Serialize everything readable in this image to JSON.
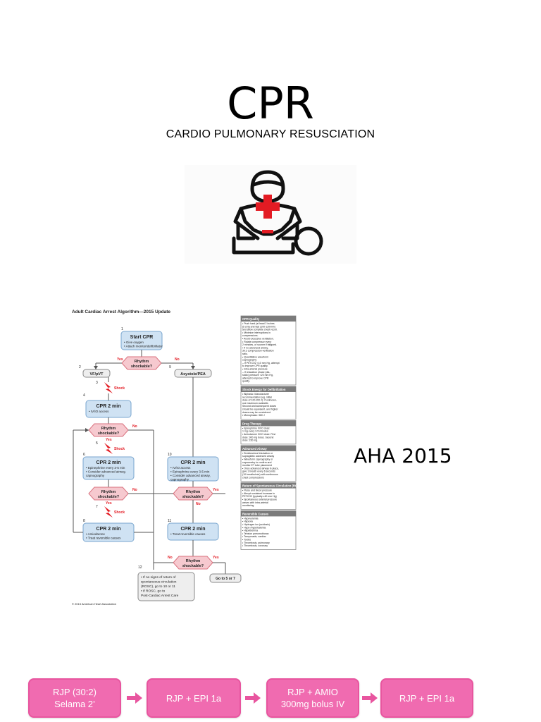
{
  "header": {
    "title": "CPR",
    "subtitle": "CARDIO PULMONARY RESUSCIATION"
  },
  "icon": {
    "name": "cpr-person-icon",
    "accent": "#e31b23"
  },
  "label_aha": "AHA 2015",
  "algorithm": {
    "title": "Adult Cardiac Arrest Algorithm—2015 Update",
    "copyright": "© 2015 American Heart Association",
    "colors": {
      "blue_box": "#cfe2f3",
      "blue_border": "#7aa6cf",
      "decision": "#f6c9cf",
      "decision_border": "#d9727f",
      "shock": "#e31b23",
      "sidebar_header": "#7b7b7b"
    },
    "nodes": {
      "start": {
        "num": "1",
        "title": "Start CPR",
        "bullets": [
          "• Give oxygen",
          "• Attach monitor/defibrillator"
        ]
      },
      "rhythm1": "Rhythm shockable?",
      "yes": "Yes",
      "no": "No",
      "vf": {
        "num": "2",
        "label": "VF/pVT"
      },
      "asys": {
        "num": "9",
        "label": "Asystole/PEA"
      },
      "shock": "Shock",
      "cpr4": {
        "num": "4",
        "title": "CPR 2 min",
        "bullets": [
          "• IV/IO access"
        ]
      },
      "cpr6": {
        "num": "6",
        "title": "CPR 2 min",
        "bullets": [
          "• Epinephrine every 3-5 min",
          "• Consider advanced airway,",
          "  capnography"
        ]
      },
      "cpr8": {
        "num": "8",
        "title": "CPR 2 min",
        "bullets": [
          "• Amiodarone",
          "• Treat reversible causes"
        ]
      },
      "cpr10": {
        "num": "10",
        "title": "CPR 2 min",
        "bullets": [
          "• IV/IO access",
          "• Epinephrine every 3-5 min",
          "• Consider advanced airway,",
          "  capnography"
        ]
      },
      "cpr11": {
        "num": "11",
        "title": "CPR 2 min",
        "bullets": [
          "• Treat reversible causes"
        ]
      },
      "end12": {
        "num": "12",
        "lines": [
          "• If no signs of return of",
          "  spontaneous circulation",
          "  (ROSC), go to 10 or 11",
          "• If ROSC, go to",
          "  Post-Cardiac Arrest Care"
        ]
      },
      "goto": "Go to 5 or 7",
      "nums": {
        "n3": "3",
        "n5": "5",
        "n7": "7"
      }
    },
    "sidebar": [
      {
        "header": "CPR Quality",
        "lines": [
          "• Push hard (at least 2 inches",
          "  [5 cm]) and fast (100-120/min)",
          "  and allow complete chest recoil.",
          "• Minimize interruptions in",
          "  compressions.",
          "• Avoid excessive ventilation.",
          "• Rotate compressor every",
          "  2 minutes, or sooner if fatigued.",
          "• If no advanced airway,",
          "  30:2 compression-ventilation",
          "  ratio.",
          "• Quantitative waveform",
          "  capnography",
          "  – If PETCO2 <10 mm Hg, attempt",
          "    to improve CPR quality.",
          "• Intra-arterial pressure",
          "  – If relaxation phase (dia-",
          "    stolic) pressure <20 mm Hg,",
          "    attempt to improve CPR",
          "    quality."
        ]
      },
      {
        "header": "Shock Energy for Defibrillation",
        "lines": [
          "• Biphasic: Manufacturer",
          "  recommendation (eg, initial",
          "  dose of 120-200 J); if unknown,",
          "  use maximum available.",
          "  Second and subsequent doses",
          "  should be equivalent, and higher",
          "  doses may be considered.",
          "• Monophasic: 360 J"
        ]
      },
      {
        "header": "Drug Therapy",
        "lines": [
          "• Epinephrine IV/IO dose:",
          "  1 mg every 3-5 minutes",
          "• Amiodarone IV/IO dose: First",
          "  dose: 300 mg bolus. Second",
          "  dose: 150 mg."
        ]
      },
      {
        "header": "Advanced Airway",
        "lines": [
          "• Endotracheal intubation or",
          "  supraglottic advanced airway",
          "• Waveform capnography or",
          "  capnometry to confirm and",
          "  monitor ET tube placement",
          "• Once advanced airway in place,",
          "  give 1 breath every 6 seconds",
          "  (10 breaths/min) with continuous",
          "  chest compressions"
        ]
      },
      {
        "header": "Return of Spontaneous Circulation (ROSC)",
        "lines": [
          "• Pulse and blood pressure",
          "• Abrupt sustained increase in",
          "  PETCO2 (typically ≥40 mm Hg)",
          "• Spontaneous arterial pressure",
          "  waves with intra-arterial",
          "  monitoring"
        ]
      },
      {
        "header": "Reversible Causes",
        "lines": [
          "• Hypovolemia",
          "• Hypoxia",
          "• Hydrogen ion (acidosis)",
          "• Hypo-/hyperkalemia",
          "• Hypothermia",
          "• Tension pneumothorax",
          "• Tamponade, cardiac",
          "• Toxins",
          "• Thrombosis, pulmonary",
          "• Thrombosis, coronary"
        ]
      }
    ]
  },
  "flow": [
    {
      "label": "RJP (30:2)\nSelama 2’"
    },
    {
      "label": "RJP + EPI 1a"
    },
    {
      "label": "RJP + AMIO\n300mg bolus IV"
    },
    {
      "label": "RJP + EPI 1a"
    }
  ],
  "flow_colors": {
    "box": "#f06bb0",
    "arrow": "#e8559f"
  }
}
